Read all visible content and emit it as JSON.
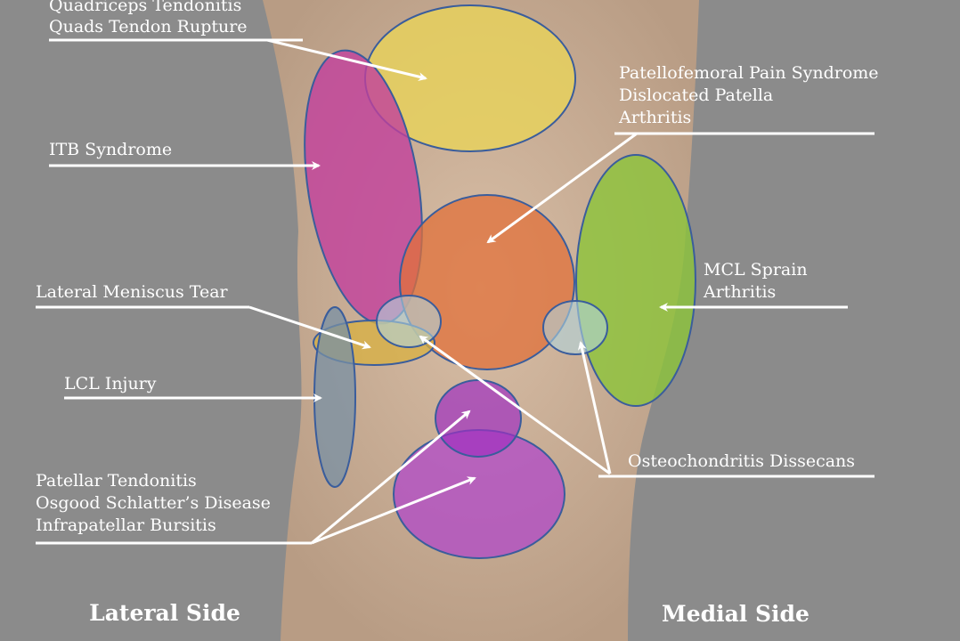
{
  "labels": {
    "quadriceps": [
      "Quadriceps Tendonitis",
      "Quads Tendon Rupture"
    ],
    "itb": [
      "ITB Syndrome"
    ],
    "patellofemoral": [
      "Patellofemoral Pain Syndrome",
      "Dislocated Patella",
      "Arthritis"
    ],
    "mcl": [
      "MCL Sprain",
      "Arthritis"
    ],
    "lateral_meniscus": [
      "Lateral Meniscus Tear"
    ],
    "lcl": [
      "LCL Injury"
    ],
    "osteochondritis": [
      "Osteochondritis Dissecans"
    ],
    "patellar": [
      "Patellar Tendonitis",
      "Osgood Schlatter’s Disease",
      "Infrapatellar Bursitis"
    ]
  },
  "sides": {
    "lateral": "Lateral Side",
    "medial": "Medial Side"
  },
  "colors": {
    "background": "#8b8b8b",
    "skin": "#c9ad94",
    "quadriceps_zone": "#e8d35a",
    "itb_zone": "#c2409c",
    "patella_zone": "#e0703a",
    "mcl_zone": "#8cc43a",
    "meniscus_zone": "#d8b040",
    "osteochondritis_zone": "#b0d4dc",
    "lcl_zone": "#7890a4",
    "patellar_zone": "#a83cc4"
  }
}
